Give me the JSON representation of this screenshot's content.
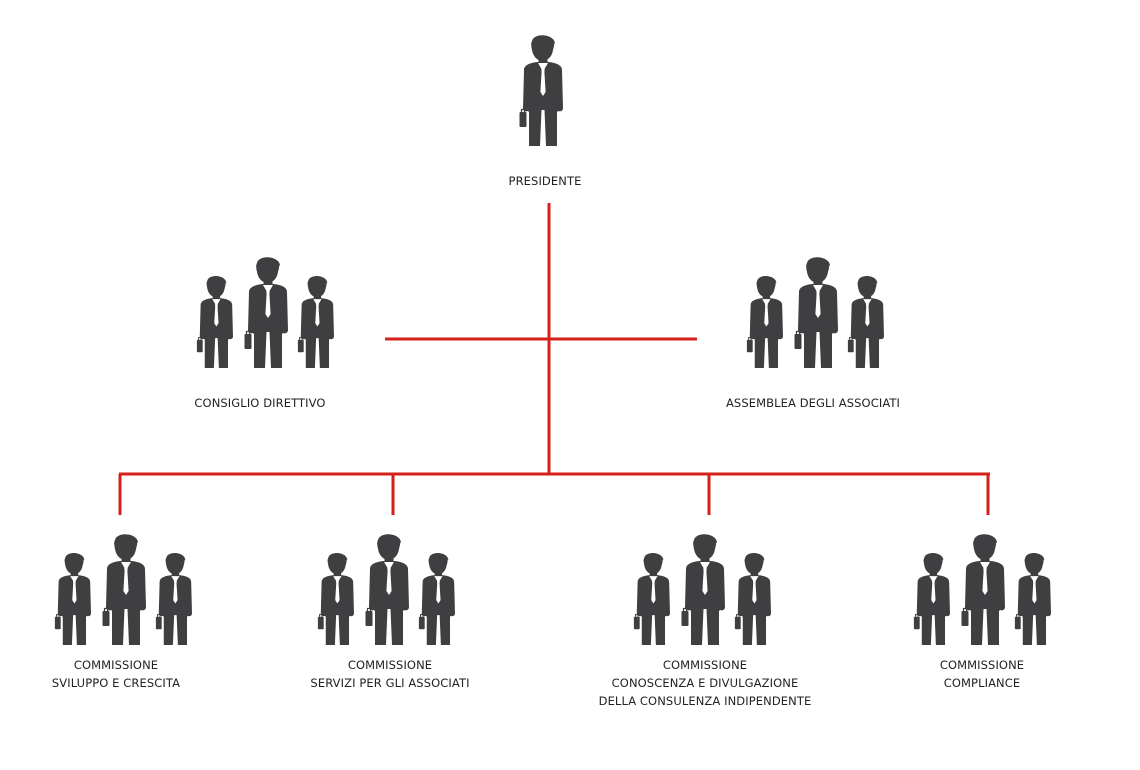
{
  "colors": {
    "line": "#d6211a",
    "figure": "#3f3e41",
    "shirt": "#ffffff",
    "text": "#222222"
  },
  "nodes": {
    "president": {
      "icon": "businessman-icon",
      "lines": [
        "PRESIDENTE"
      ]
    },
    "board": {
      "icon": "business-group-icon",
      "lines": [
        "CONSIGLIO DIRETTIVO"
      ]
    },
    "assembly": {
      "icon": "business-group-icon",
      "lines": [
        "ASSEMBLEA DEGLI ASSOCIATI"
      ]
    },
    "committees": [
      {
        "icon": "business-group-icon",
        "lines": [
          "COMMISSIONE",
          "SVILUPPO E CRESCITA"
        ]
      },
      {
        "icon": "business-group-icon",
        "lines": [
          "COMMISSIONE",
          "SERVIZI PER GLI ASSOCIATI"
        ]
      },
      {
        "icon": "business-group-icon",
        "lines": [
          "COMMISSIONE",
          "CONOSCENZA E DIVULGAZIONE",
          "DELLA CONSULENZA INDIPENDENTE"
        ]
      },
      {
        "icon": "business-group-icon",
        "lines": [
          "COMMISSIONE",
          "COMPLIANCE"
        ]
      }
    ]
  }
}
